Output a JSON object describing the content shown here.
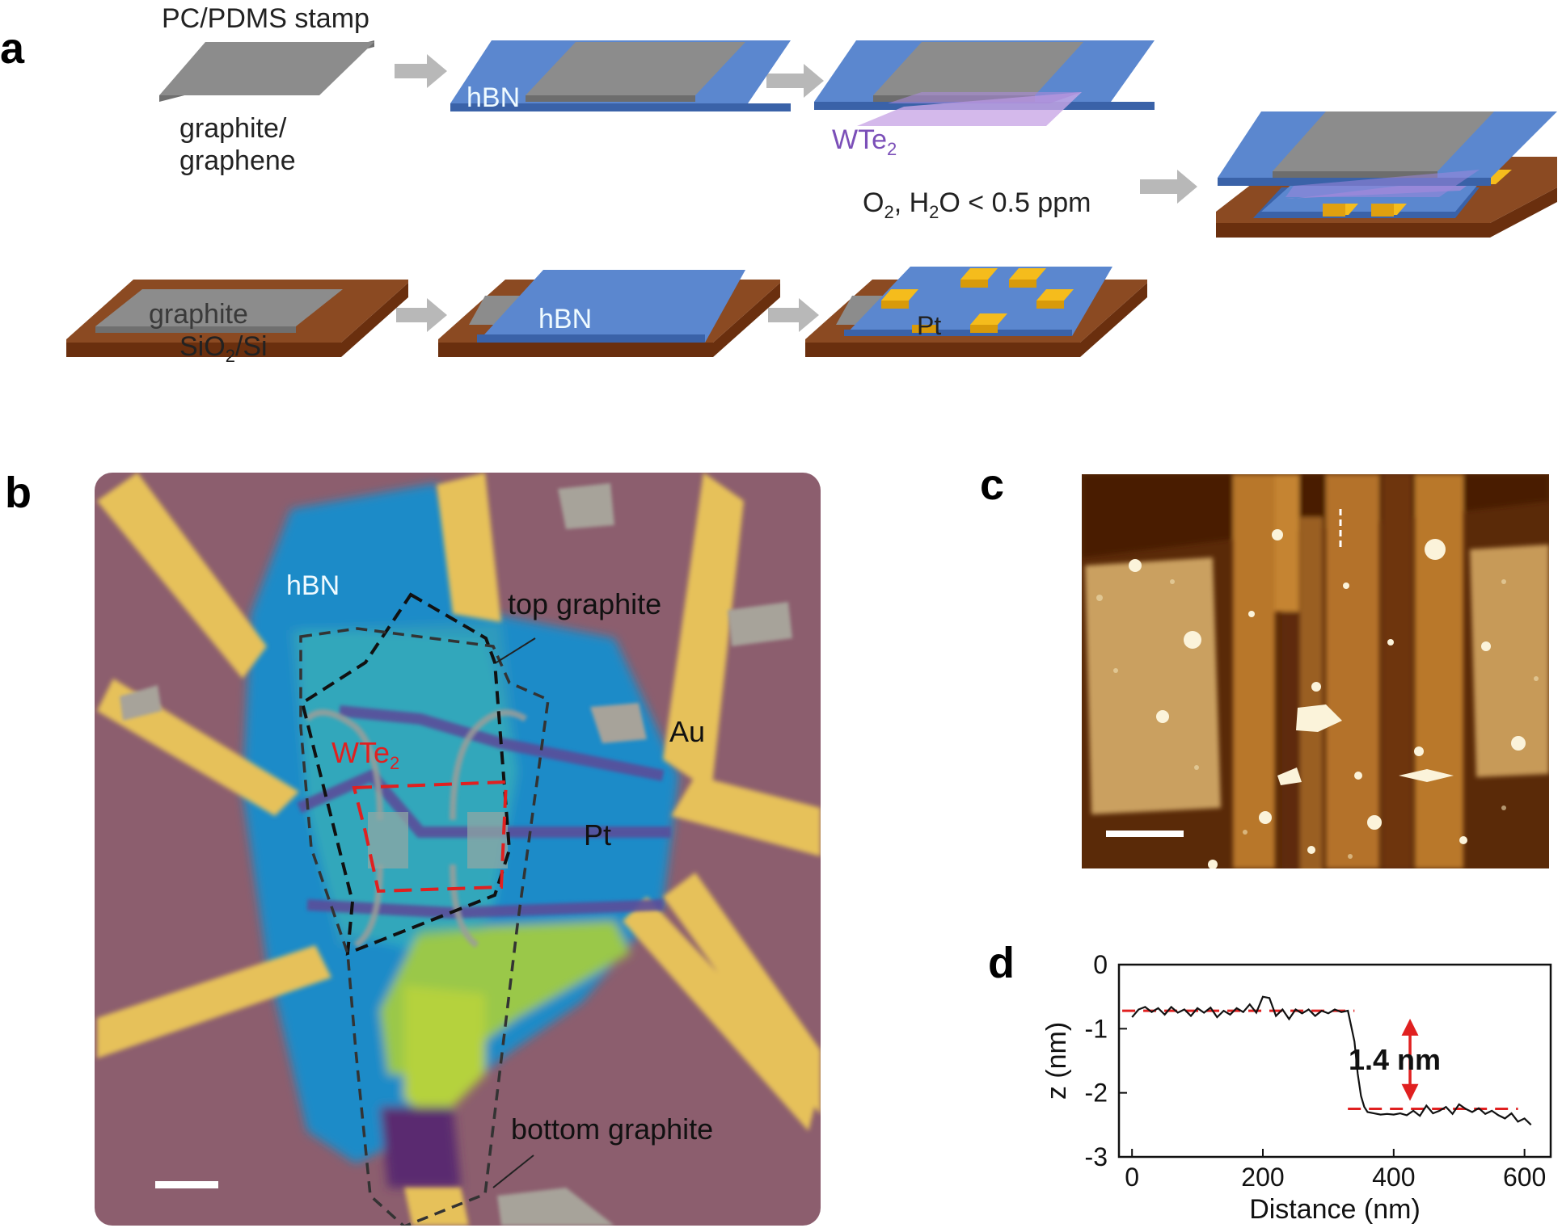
{
  "figure": {
    "panel_a": {
      "letter": "a",
      "stamp_label": "PC/PDMS stamp",
      "graphite_graphene_line1": "graphite/",
      "graphite_graphene_line2": "graphene",
      "hbn_top": "hBN",
      "wte2_base": "WTe",
      "wte2_sub": "2",
      "condition_o": "O",
      "condition_o_sub": "2",
      "condition_mid": ", H",
      "condition_h_sub": "2",
      "condition_end": "O < 0.5 ppm",
      "graphite_bottom": "graphite",
      "sio2_base": "SiO",
      "sio2_sub": "2",
      "sio2_end": "/Si",
      "hbn_bottom": "hBN",
      "pt": "Pt"
    },
    "panel_b": {
      "letter": "b",
      "hbn": "hBN",
      "top_graphite": "top graphite",
      "au": "Au",
      "wte2_base": "WTe",
      "wte2_sub": "2",
      "pt": "Pt",
      "bottom_graphite": "bottom graphite"
    },
    "panel_c": {
      "letter": "c"
    },
    "panel_d": {
      "letter": "d",
      "step_annotation": "1.4 nm"
    }
  },
  "colors": {
    "hbn_blue": "#5b87cf",
    "stamp_gray": "#8c8c8c",
    "substrate_brown": "#8b4a22",
    "pt_yellow": "#f5bc1c",
    "wte2_violet": "#c9a8e6",
    "arrow_gray": "#b8b8b8",
    "profile_red": "#e02020"
  },
  "chart_data": {
    "type": "line",
    "title": "",
    "xlabel": "Distance (nm)",
    "ylabel": "z (nm)",
    "xlim": [
      -20,
      640
    ],
    "ylim": [
      -3,
      0
    ],
    "xticks": [
      0,
      200,
      400,
      600
    ],
    "yticks": [
      0,
      -1,
      -2,
      -3
    ],
    "xtick_labels": [
      "0",
      "200",
      "400",
      "600"
    ],
    "ytick_labels": [
      "0",
      "-1",
      "-2",
      "-3"
    ],
    "series": [
      {
        "x": [
          0,
          10,
          20,
          30,
          40,
          50,
          60,
          70,
          80,
          90,
          100,
          110,
          120,
          130,
          140,
          150,
          160,
          170,
          180,
          190,
          200,
          210,
          220,
          230,
          240,
          250,
          260,
          270,
          280,
          290,
          300,
          310,
          320,
          330,
          340,
          345,
          350,
          355,
          360,
          370,
          380,
          390,
          400,
          410,
          420,
          430,
          440,
          450,
          460,
          470,
          480,
          490,
          500,
          510,
          520,
          530,
          540,
          550,
          560,
          570,
          580,
          590,
          600,
          610
        ],
        "y": [
          -0.82,
          -0.7,
          -0.66,
          -0.74,
          -0.68,
          -0.78,
          -0.66,
          -0.75,
          -0.7,
          -0.8,
          -0.68,
          -0.75,
          -0.67,
          -0.82,
          -0.72,
          -0.78,
          -0.68,
          -0.74,
          -0.62,
          -0.75,
          -0.5,
          -0.52,
          -0.8,
          -0.7,
          -0.85,
          -0.7,
          -0.76,
          -0.7,
          -0.8,
          -0.72,
          -0.76,
          -0.7,
          -0.74,
          -0.72,
          -1.2,
          -1.7,
          -2.05,
          -2.22,
          -2.3,
          -2.32,
          -2.34,
          -2.33,
          -2.34,
          -2.32,
          -2.35,
          -2.28,
          -2.36,
          -2.2,
          -2.32,
          -2.28,
          -2.22,
          -2.33,
          -2.18,
          -2.25,
          -2.3,
          -2.24,
          -2.33,
          -2.28,
          -2.35,
          -2.4,
          -2.32,
          -2.45,
          -2.4,
          -2.5
        ]
      }
    ],
    "reference_lines": [
      {
        "y": -0.72,
        "x_range": [
          -15,
          340
        ]
      },
      {
        "y": -2.25,
        "x_range": [
          330,
          590
        ]
      }
    ]
  }
}
